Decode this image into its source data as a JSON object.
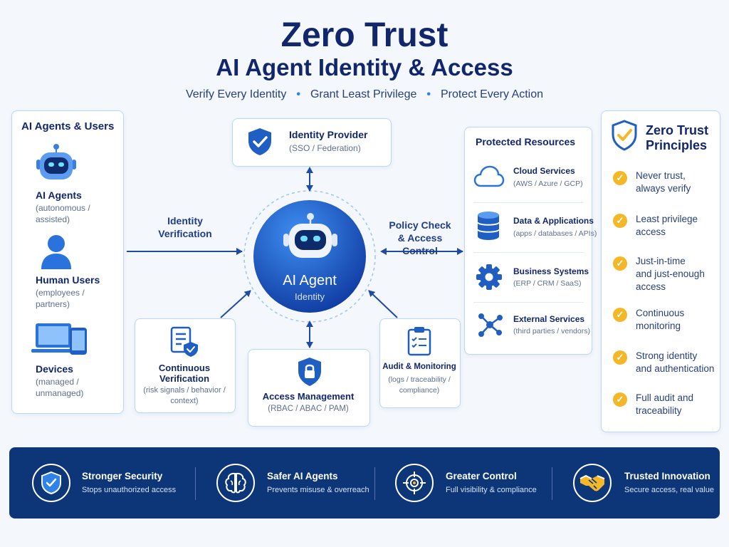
{
  "header": {
    "title_line1": "Zero Trust",
    "title_line2": "AI Agent Identity & Access",
    "tagline": [
      "Verify Every Identity",
      "Grant Least Privilege",
      "Protect Every Action"
    ]
  },
  "actors": {
    "heading": "AI Agents & Users",
    "items": [
      {
        "name": "AI Agents",
        "desc": [
          "(autonomous /",
          "assisted)"
        ],
        "icon": "robot-icon"
      },
      {
        "name": "Human Users",
        "desc": [
          "(employees /",
          "partners)"
        ],
        "icon": "user-icon"
      },
      {
        "name": "Devices",
        "desc": [
          "(managed /",
          "unmanaged)"
        ],
        "icon": "devices-icon"
      }
    ]
  },
  "center": {
    "title": "AI Agent",
    "subtitle": "Identity",
    "icon": "robot-icon"
  },
  "nodes": {
    "identity_provider": {
      "title": "Identity Provider",
      "sub": "(SSO / Federation)",
      "icon": "shield-check-icon"
    },
    "continuous_verification": {
      "title_lines": [
        "Continuous",
        "Verification"
      ],
      "sub_lines": [
        "(risk signals / behavior /",
        "context)"
      ],
      "icon": "document-shield-icon"
    },
    "access_management": {
      "title": "Access Management",
      "sub": "(RBAC / ABAC / PAM)",
      "icon": "lock-shield-icon"
    },
    "audit_monitoring": {
      "title": "Audit & Monitoring",
      "sub_lines": [
        "(logs / traceability /",
        "compliance)"
      ],
      "icon": "clipboard-icon"
    }
  },
  "arrows": {
    "identity_verification": [
      "Identity",
      "Verification"
    ],
    "policy_check": [
      "Policy Check",
      "& Access Control"
    ]
  },
  "resources": {
    "heading": "Protected Resources",
    "items": [
      {
        "name": "Cloud Services",
        "desc": "(AWS / Azure / GCP)",
        "icon": "cloud-icon"
      },
      {
        "name": "Data & Applications",
        "desc": "(apps / databases / APIs)",
        "icon": "database-icon"
      },
      {
        "name": "Business Systems",
        "desc": "(ERP / CRM / SaaS)",
        "icon": "gear-icon"
      },
      {
        "name": "External Services",
        "desc": "(third parties / vendors)",
        "icon": "network-icon"
      }
    ]
  },
  "principles": {
    "heading": [
      "Zero Trust",
      "Principles"
    ],
    "items": [
      [
        "Never trust,",
        "always verify"
      ],
      [
        "Least privilege",
        "access"
      ],
      [
        "Just-in-time",
        "and just-enough",
        "access"
      ],
      [
        "Continuous",
        "monitoring"
      ],
      [
        "Strong identity",
        "and authentication"
      ],
      [
        "Full audit and",
        "traceability"
      ]
    ],
    "check_symbol": "✓"
  },
  "benefits": [
    {
      "title": "Stronger Security",
      "sub": "Stops unauthorized access",
      "icon": "shield-check-icon"
    },
    {
      "title": "Safer AI Agents",
      "sub": "Prevents misuse & overreach",
      "icon": "brain-icon"
    },
    {
      "title": "Greater Control",
      "sub": "Full visibility & compliance",
      "icon": "target-icon"
    },
    {
      "title": "Trusted Innovation",
      "sub": "Secure access, real value",
      "icon": "handshake-icon"
    }
  ],
  "colors": {
    "navy": "#12276b",
    "accent_blue": "#2f82e8",
    "banner": "#0d3678",
    "check_gold": "#f3b727"
  }
}
